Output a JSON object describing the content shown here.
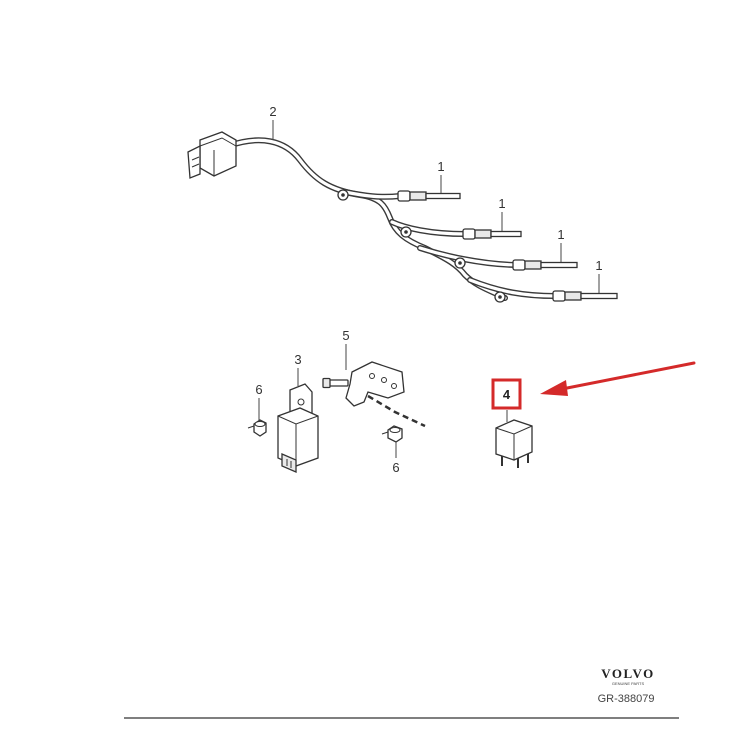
{
  "callouts": {
    "plug_1a": "1",
    "plug_1b": "1",
    "plug_1c": "1",
    "plug_1d": "1",
    "harness": "2",
    "control_unit": "3",
    "relay": "4",
    "bracket": "5",
    "nut_left": "6",
    "nut_right": "6"
  },
  "highlight": {
    "label": "4",
    "box_color": "#d42a2a",
    "arrow_color": "#d42a2a"
  },
  "branding": {
    "logo_text": "VOLVO",
    "logo_subtext": "GENUINE PARTS",
    "reference_code": "GR-388079"
  }
}
